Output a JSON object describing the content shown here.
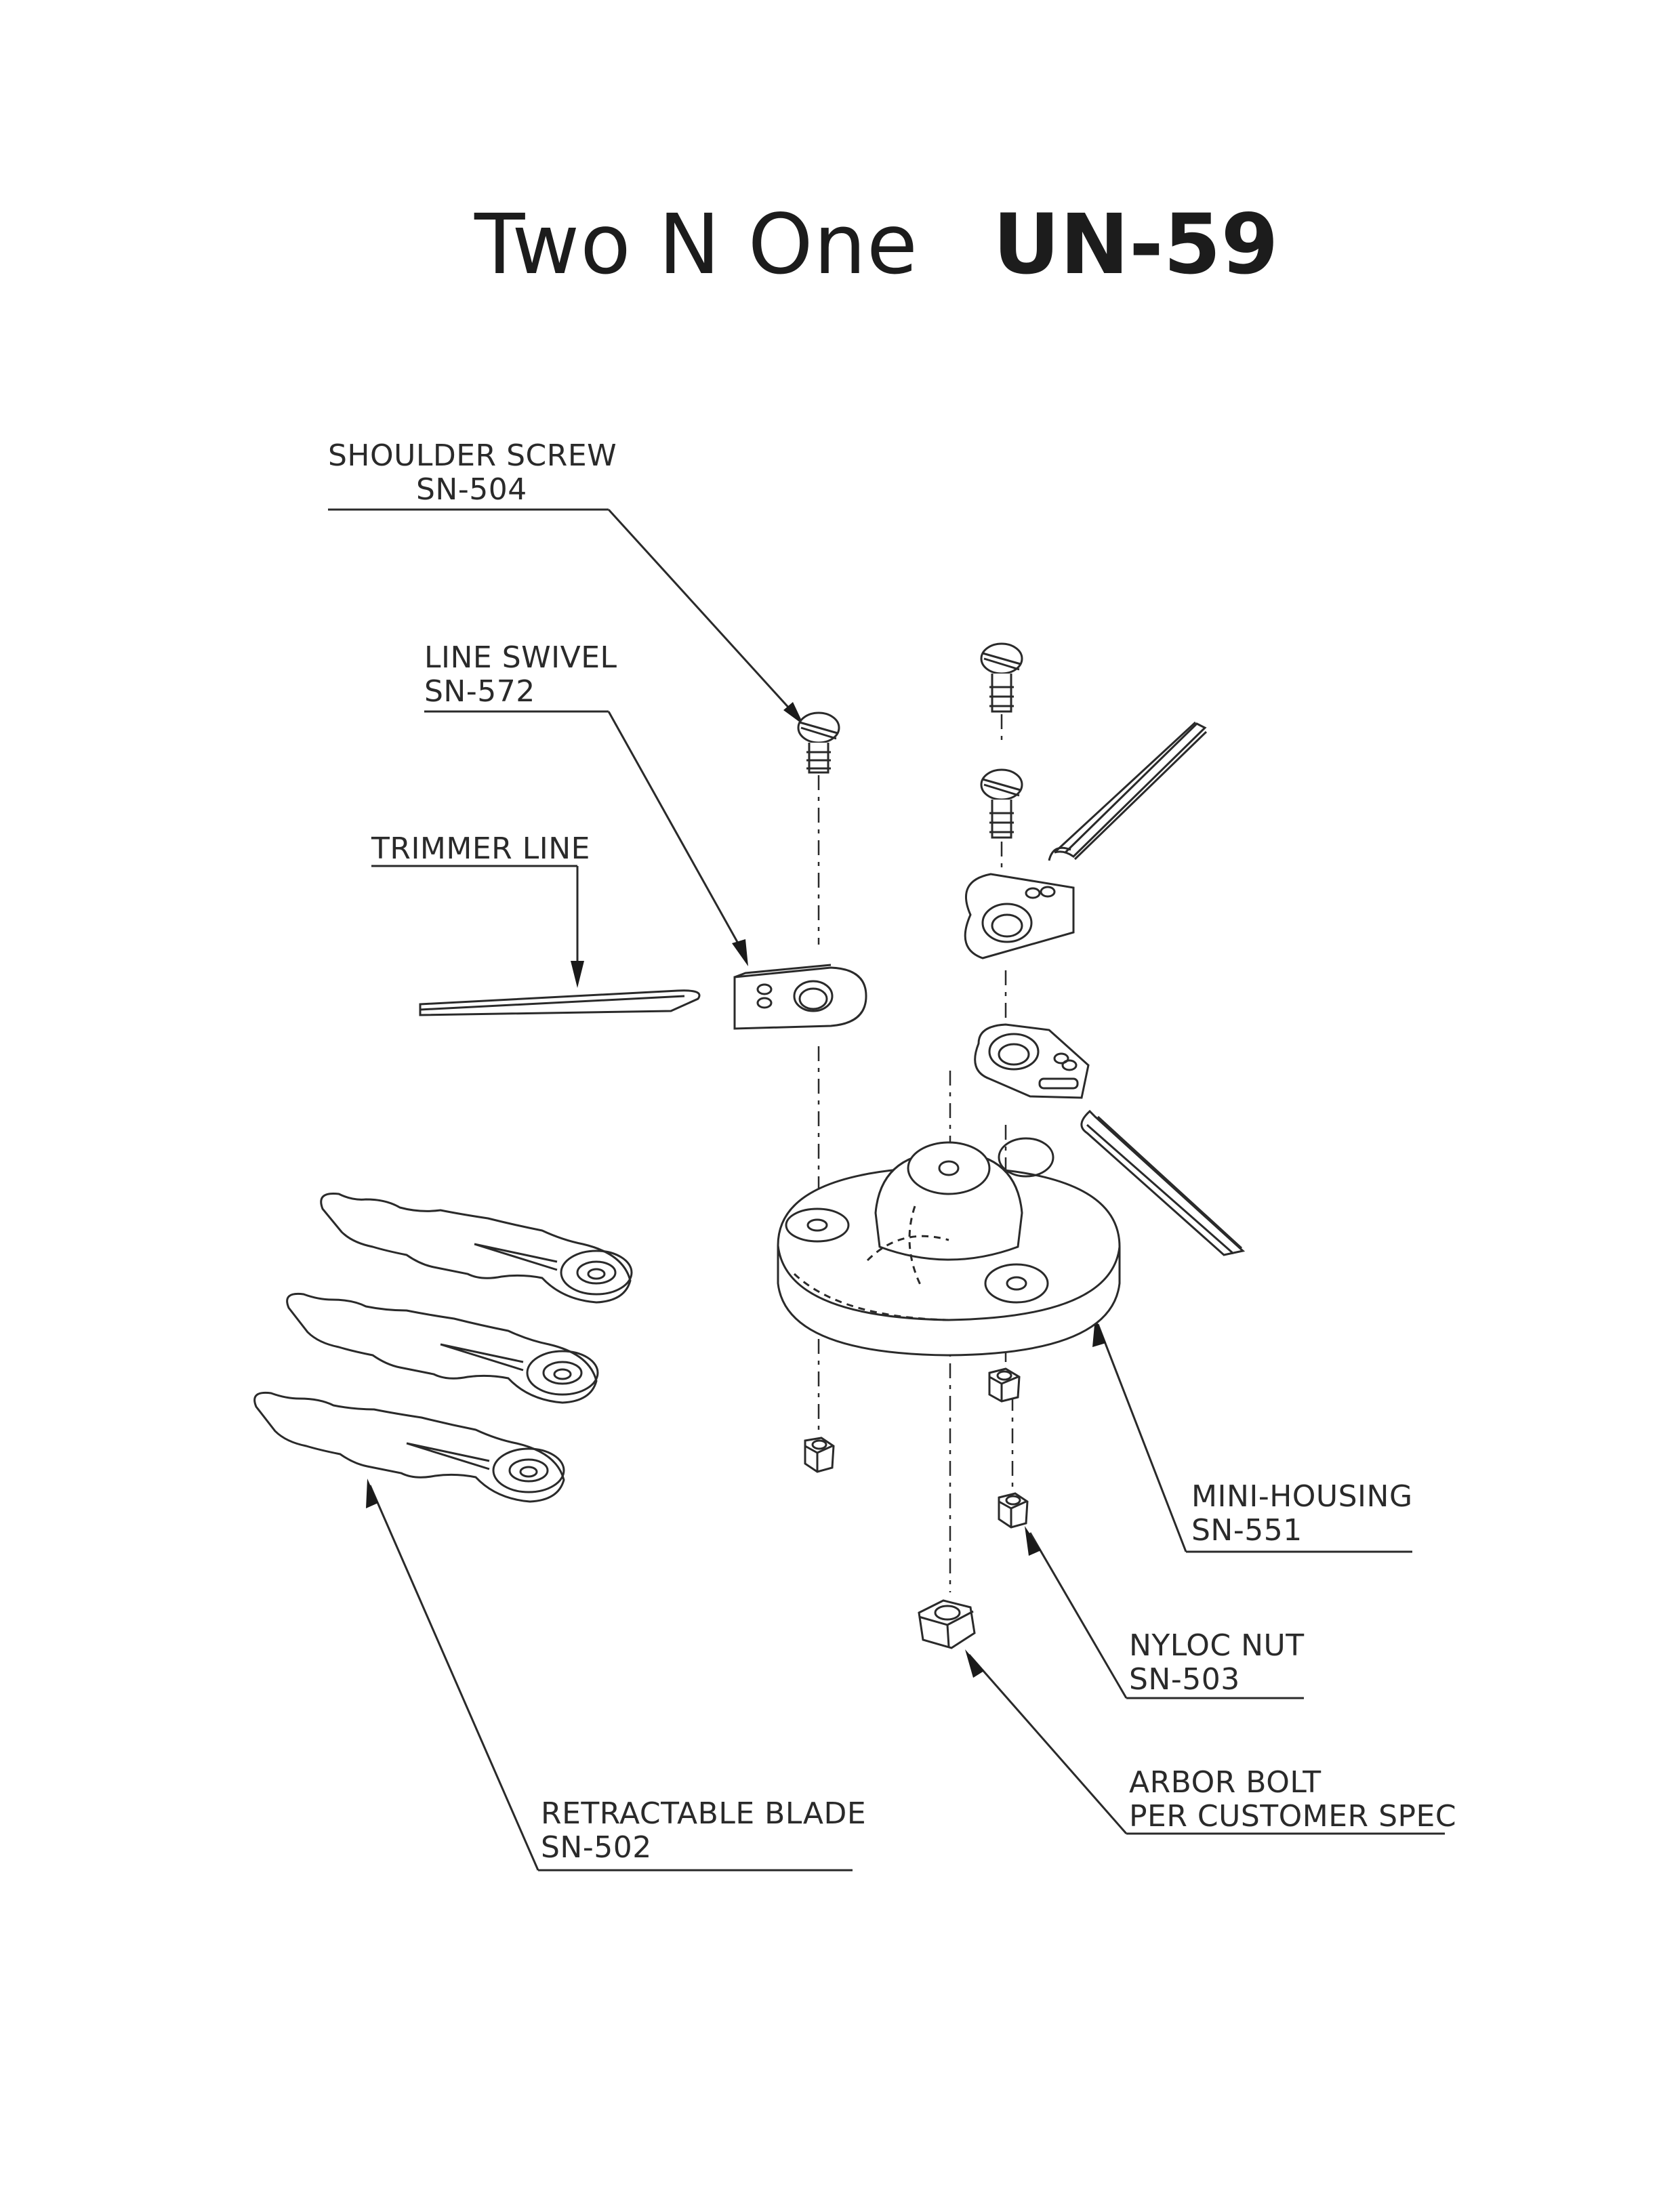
{
  "title": {
    "name": "Two N One",
    "model": "UN-59"
  },
  "callouts": {
    "shoulder_screw": {
      "name": "SHOULDER SCREW",
      "part": "SN-504"
    },
    "line_swivel": {
      "name": "LINE SWIVEL",
      "part": "SN-572"
    },
    "trimmer_line": {
      "name": "TRIMMER LINE"
    },
    "mini_housing": {
      "name": "MINI-HOUSING",
      "part": "SN-551"
    },
    "nyloc_nut": {
      "name": "NYLOC NUT",
      "part": "SN-503"
    },
    "arbor_bolt": {
      "name": "ARBOR BOLT",
      "part": "PER CUSTOMER SPEC"
    },
    "retractable_blade": {
      "name": "RETRACTABLE BLADE",
      "part": "SN-502"
    }
  },
  "colors": {
    "ink": "#2a2a2a",
    "paper": "#ffffff"
  }
}
